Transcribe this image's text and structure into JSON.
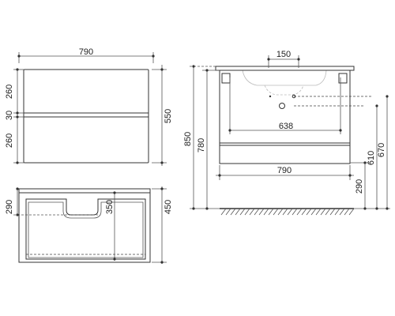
{
  "front_view": {
    "width_label": "790",
    "height_label": "550",
    "drawer_top_label": "260",
    "gap_label": "30",
    "drawer_bottom_label": "260"
  },
  "top_section_view": {
    "depth_label": "450",
    "cutout_depth_label": "290",
    "siphon_depth_label": "350"
  },
  "side_view": {
    "offset_label": "150",
    "inner_width_label": "638",
    "width_label": "790",
    "total_height_label": "850",
    "body_height_label": "780",
    "floor_height_label": "290",
    "drain_height_label": "610",
    "water_height_label": "670"
  }
}
